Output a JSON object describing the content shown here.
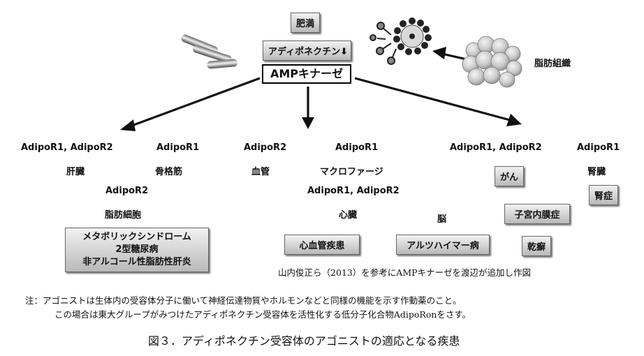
{
  "top": {
    "obesity": "肥満",
    "adiponectin_down": "アディポネクチン⬇",
    "amp_kinase": "AMPキナーゼ",
    "adipose_tissue": "脂肪組織"
  },
  "left_group": {
    "receptor_liver": "AdipoR1, AdipoR2",
    "liver": "肝臓",
    "receptor_muscle": "AdipoR1",
    "muscle": "骨格筋",
    "receptor_fat": "AdipoR2",
    "fat_cell": "脂肪細胞",
    "disease_lines": [
      "メタボリックシンドローム",
      "2型糖尿病",
      "非アルコール性脂肪性肝炎"
    ]
  },
  "center_group": {
    "receptor_vessel": "AdipoR2",
    "vessel": "血管",
    "receptor_macrophage": "AdipoR1",
    "macrophage": "マクロファージ",
    "receptor_heart": "AdipoR1, AdipoR2",
    "heart": "心臓",
    "disease": "心血管疾患"
  },
  "right_group": {
    "brain": "脳",
    "alzheimer": "アルツハイマー病",
    "receptor_other": "AdipoR1, AdipoR2",
    "cancer": "がん",
    "endometriosis": "子宮内膜症",
    "psoriasis": "乾癬",
    "receptor_kidney": "AdipoR1",
    "kidney": "腎臓",
    "kidney_disease": "腎症"
  },
  "credit": "山内俊正ら（2013）を参考にAMPキナーゼを渡辺が追加し作図",
  "note_line1": "注：アゴニストは生体内の受容体分子に働いて神経伝達物質やホルモンなどと同様の機能を示す作動薬のこと。",
  "note_line2": "この場合は東大グループがみつけたアディポネクチン受容体を活性化する低分子化合物AdipoRonをさす。",
  "caption": "図３．アディポネクチン受容体のアゴニストの適応となる疾患"
}
